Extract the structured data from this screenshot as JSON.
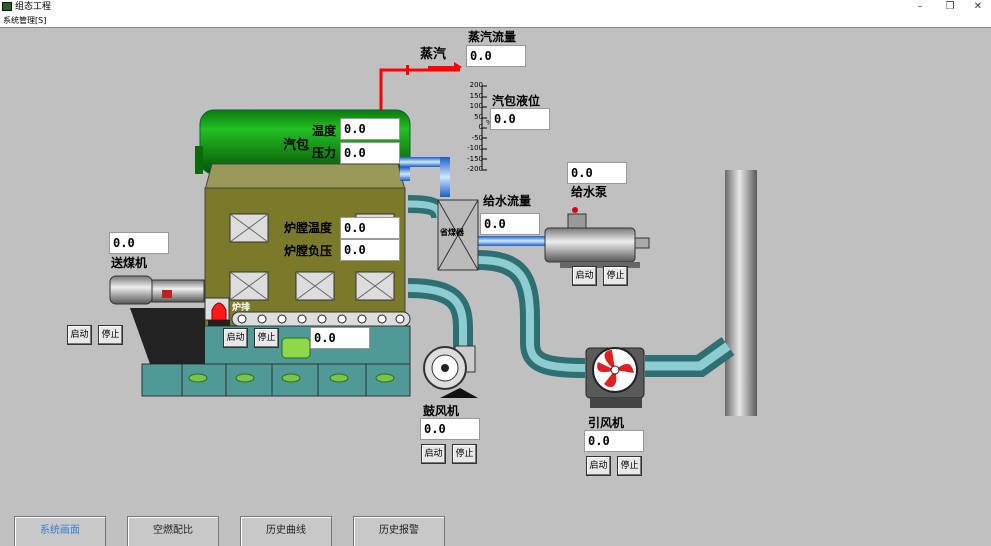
{
  "window": {
    "title": "组态工程",
    "minimize": "–",
    "maximize": "❐",
    "close": "✕"
  },
  "menu": {
    "system": "系统管理[S]"
  },
  "labels": {
    "steam": "蒸汽",
    "steam_flow": "蒸汽流量",
    "drum_level": "汽包液位",
    "drum": "汽包",
    "temperature": "温度",
    "pressure": "压力",
    "furnace_temp": "炉膛温度",
    "furnace_pressure": "炉膛负压",
    "feed_water_flow": "给水流量",
    "feed_pump": "给水泵",
    "coal_feeder": "送煤机",
    "grate": "炉排",
    "blower": "鼓风机",
    "induced_fan": "引风机",
    "economizer": "省煤器"
  },
  "values": {
    "steam_flow": "0.0",
    "drum_level": "0.0",
    "drum_temp": "0.0",
    "drum_pressure": "0.0",
    "furnace_temp": "0.0",
    "furnace_pressure": "0.0",
    "feed_water_flow": "0.0",
    "feed_pump": "0.0",
    "coal_feeder": "0.0",
    "grate": "0.0",
    "blower": "0.0",
    "induced_fan": "0.0"
  },
  "level_scale": {
    "ticks": [
      "200",
      "150",
      "100",
      "50",
      "0",
      "-50",
      "-100",
      "-150",
      "-200"
    ],
    "unit": "%"
  },
  "buttons": {
    "start": "启动",
    "stop": "停止"
  },
  "tabs": [
    {
      "label": "系统画面",
      "active": true
    },
    {
      "label": "空燃配比",
      "active": false
    },
    {
      "label": "历史曲线",
      "active": false
    },
    {
      "label": "历史报警",
      "active": false
    }
  ],
  "colors": {
    "drum": "#0a8a0a",
    "furnace": "#7a7a2a",
    "base": "#4f9a96",
    "steam_pipe": "#ff0000",
    "water_pipe": "#3a8ae6",
    "fan_blade": "#e02020"
  }
}
